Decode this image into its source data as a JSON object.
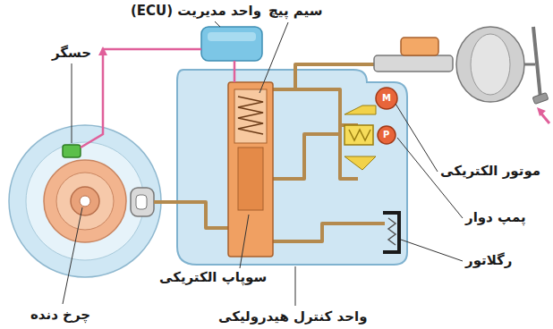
{
  "diagram": {
    "labels": [
      "واحد مدیریت (ECU)",
      "سیم پیچ",
      "حسگر",
      "موتور الکتریکی",
      "پمپ دوار",
      "رگلاتور",
      "سوپاپ الکتریکی",
      "چرخ دنده",
      "واحد کنترل هیدرولیکی",
      "M",
      "P"
    ]
  }
}
